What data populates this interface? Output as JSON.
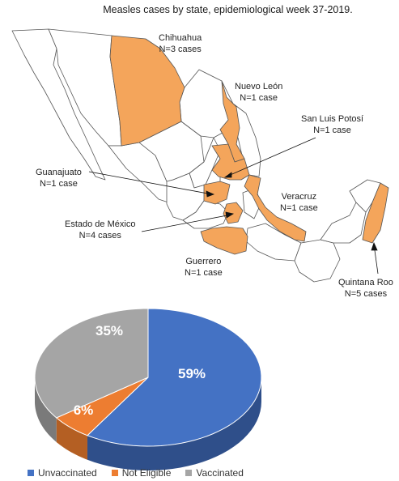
{
  "title": "Measles cases by state, epidemiological week 37-2019.",
  "map_labels": [
    {
      "name": "Chihuahua",
      "cases": "N=3 cases"
    },
    {
      "name": "Nuevo León",
      "cases": "N=1 case"
    },
    {
      "name": "San Luis Potosí",
      "cases": "N=1 case"
    },
    {
      "name": "Guanajuato",
      "cases": "N=1 case"
    },
    {
      "name": "Veracruz",
      "cases": "N=1 case"
    },
    {
      "name": "Estado de México",
      "cases": "N=4 cases"
    },
    {
      "name": "Guerrero",
      "cases": "N=1 case"
    },
    {
      "name": "Quintana Roo",
      "cases": "N=5 cases"
    }
  ],
  "colors": {
    "highlight": "#F4A55B",
    "outline": "#555555",
    "unvaccinated": "#4472C4",
    "not_eligible": "#ED7D31",
    "vaccinated": "#A5A5A5"
  },
  "chart_data": {
    "type": "pie",
    "title": "",
    "series": [
      {
        "name": "Unvaccinated",
        "value": 59,
        "label": "59%"
      },
      {
        "name": "Not Eligible",
        "value": 6,
        "label": "6%"
      },
      {
        "name": "Vaccinated",
        "value": 35,
        "label": "35%"
      }
    ],
    "legend": "bottom"
  }
}
